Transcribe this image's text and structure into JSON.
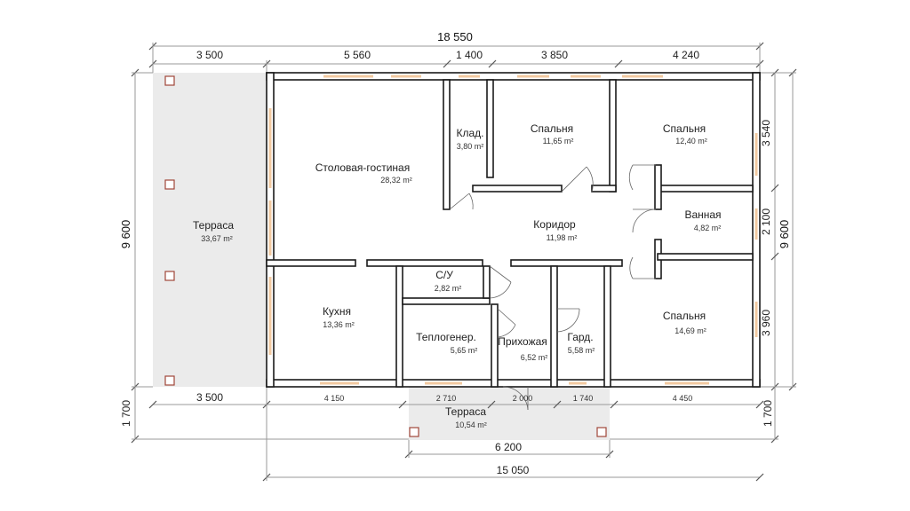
{
  "dimensions": {
    "top_total": "18 550",
    "top_segments": [
      "3 500",
      "5 560",
      "1 400",
      "3 850",
      "4 240"
    ],
    "right_segments": [
      "3 540",
      "2 100",
      "3 960"
    ],
    "right_total": "9 600",
    "right_bottom": "1 700",
    "left_total": "9 600",
    "left_bottom": "1 700",
    "bottom_segments": [
      "3 500",
      "4 150",
      "2 710",
      "2 000",
      "1 740",
      "4 450"
    ],
    "terrace_width": "6 200",
    "bottom_total": "15 050"
  },
  "rooms": [
    {
      "id": "terrace-west",
      "name": "Терраса",
      "area": "33,67 m²"
    },
    {
      "id": "dining-living",
      "name": "Столовая-гостиная",
      "area": "28,32 m²"
    },
    {
      "id": "pantry",
      "name": "Клад.",
      "area": "3,80 m²"
    },
    {
      "id": "bedroom-1",
      "name": "Спальня",
      "area": "11,65 m²"
    },
    {
      "id": "bedroom-2",
      "name": "Спальня",
      "area": "12,40 m²"
    },
    {
      "id": "corridor",
      "name": "Коридор",
      "area": "11,98 m²"
    },
    {
      "id": "bathroom",
      "name": "Ванная",
      "area": "4,82 m²"
    },
    {
      "id": "wc",
      "name": "С/У",
      "area": "2,82 m²"
    },
    {
      "id": "kitchen",
      "name": "Кухня",
      "area": "13,36 m²"
    },
    {
      "id": "boiler-room",
      "name": "Теплогенер.",
      "area": "5,65 m²"
    },
    {
      "id": "hallway",
      "name": "Прихожая",
      "area": "6,52 m²"
    },
    {
      "id": "wardrobe",
      "name": "Гард.",
      "area": "5,58 m²"
    },
    {
      "id": "bedroom-3",
      "name": "Спальня",
      "area": "14,69 m²"
    },
    {
      "id": "terrace-south",
      "name": "Терраса",
      "area": "10,54 m²"
    }
  ]
}
